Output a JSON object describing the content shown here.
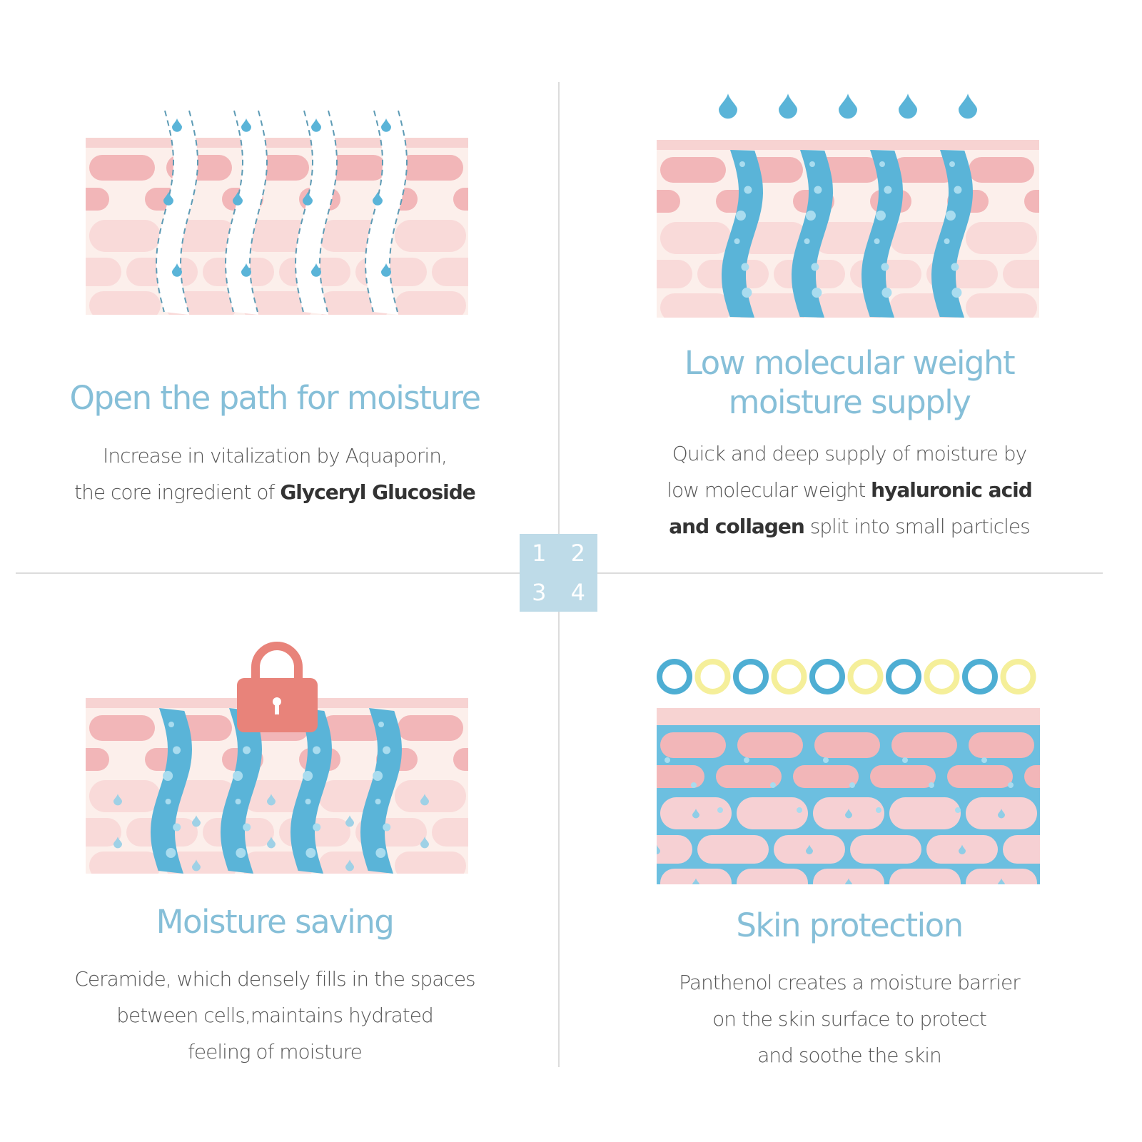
{
  "colors": {
    "title": "#86bfd8",
    "blue": "#5ab4d8",
    "pink": "#f2b3b6",
    "lock": "#e8837a",
    "yellow": "#f5ef9a"
  },
  "numbers": [
    "1",
    "2",
    "3",
    "4"
  ],
  "sections": [
    {
      "title_lines": [
        "Open the path for moisture"
      ],
      "body_lines": [
        [
          {
            "text": "Increase in vitalization by Aquaporin,",
            "bold": false
          }
        ],
        [
          {
            "text": "the core ingredient of ",
            "bold": false
          },
          {
            "text": "Glyceryl Glucoside",
            "bold": true
          }
        ]
      ]
    },
    {
      "title_lines": [
        "Low molecular weight",
        "moisture supply"
      ],
      "body_lines": [
        [
          {
            "text": "Quick and deep supply of moisture by",
            "bold": false
          }
        ],
        [
          {
            "text": "low molecular weight ",
            "bold": false
          },
          {
            "text": "hyaluronic acid",
            "bold": true
          }
        ],
        [
          {
            "text": "and collagen",
            "bold": true
          },
          {
            "text": " split into small particles",
            "bold": false
          }
        ]
      ]
    },
    {
      "title_lines": [
        "Moisture saving"
      ],
      "body_lines": [
        [
          {
            "text": "Ceramide, which densely fills in the spaces",
            "bold": false
          }
        ],
        [
          {
            "text": "between cells,maintains hydrated",
            "bold": false
          }
        ],
        [
          {
            "text": "feeling of moisture",
            "bold": false
          }
        ]
      ]
    },
    {
      "title_lines": [
        "Skin protection"
      ],
      "body_lines": [
        [
          {
            "text": "Panthenol creates a moisture barrier",
            "bold": false
          }
        ],
        [
          {
            "text": "on the skin surface to protect",
            "bold": false
          }
        ],
        [
          {
            "text": "and soothe the skin",
            "bold": false
          }
        ]
      ]
    }
  ]
}
